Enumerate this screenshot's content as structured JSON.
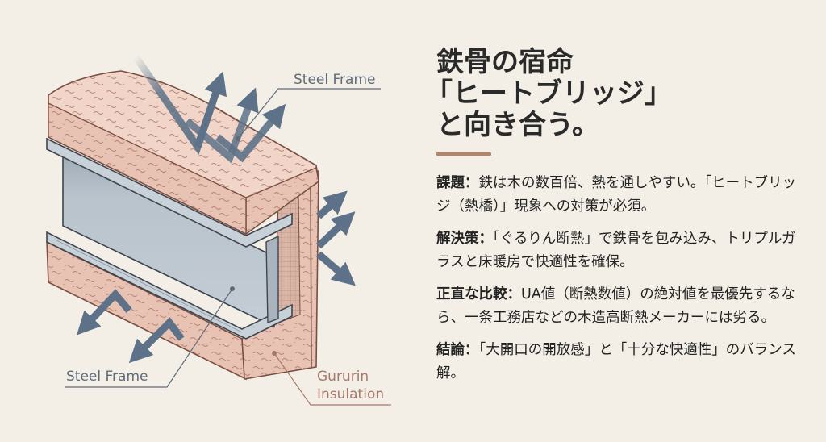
{
  "illustration": {
    "labels": {
      "steel_frame_top": "Steel Frame",
      "steel_frame_bottom": "Steel Frame",
      "insulation_line1": "Gururin",
      "insulation_line2": "Insulation"
    },
    "colors": {
      "background": "#f3efe6",
      "insulation": "#e8c2b2",
      "insulation_outline": "#7a4f42",
      "steel": "#b7c1ca",
      "steel_outline": "#3d4650",
      "heat_arrow": "#5d7288",
      "steel_label": "#5f6b78",
      "insulation_label": "#a8786a"
    }
  },
  "article": {
    "headline": {
      "line1": "鉄骨の宿命",
      "line2": "「ヒートブリッジ」",
      "line3": "と向き合う。"
    },
    "accent_color": "#b78468",
    "points": [
      {
        "label": "課題：",
        "text": "鉄は木の数百倍、熱を通しやすい。「ヒートブリッジ（熱橋）」現象への対策が必須。"
      },
      {
        "label": "解決策：",
        "text": "「ぐるりん断熱」で鉄骨を包み込み、トリプルガラスと床暖房で快適性を確保。"
      },
      {
        "label": "正直な比較：",
        "text": "UA値（断熱数値）の絶対値を最優先するなら、一条工務店などの木造高断熱メーカーには劣る。"
      },
      {
        "label": "結論：",
        "text": "「大開口の開放感」と「十分な快適性」のバランス解。"
      }
    ]
  }
}
